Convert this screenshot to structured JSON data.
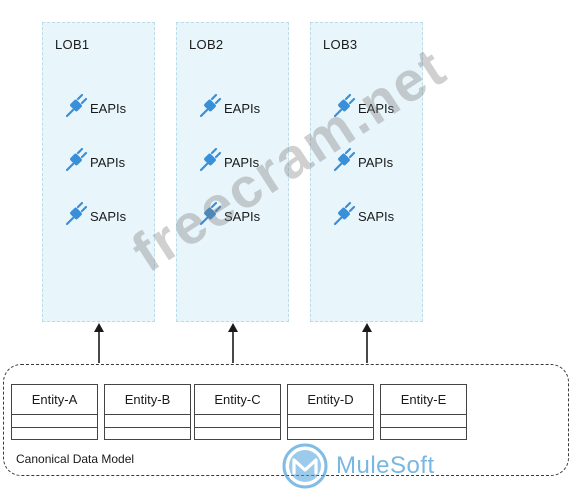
{
  "lobs": [
    {
      "title": "LOB1",
      "apis": [
        "EAPIs",
        "PAPIs",
        "SAPIs"
      ]
    },
    {
      "title": "LOB2",
      "apis": [
        "EAPIs",
        "PAPIs",
        "SAPIs"
      ]
    },
    {
      "title": "LOB3",
      "apis": [
        "EAPIs",
        "PAPIs",
        "SAPIs"
      ]
    }
  ],
  "entities": [
    "Entity-A",
    "Entity-B",
    "Entity-C",
    "Entity-D",
    "Entity-E"
  ],
  "cdm_label": "Canonical Data Model",
  "watermark": "freecram.net",
  "brand": {
    "name": "MuleSoft",
    "color": "#4a9fd8"
  },
  "colors": {
    "lob_fill": "#e8f5fb",
    "plug_blue": "#3a8fd9"
  }
}
